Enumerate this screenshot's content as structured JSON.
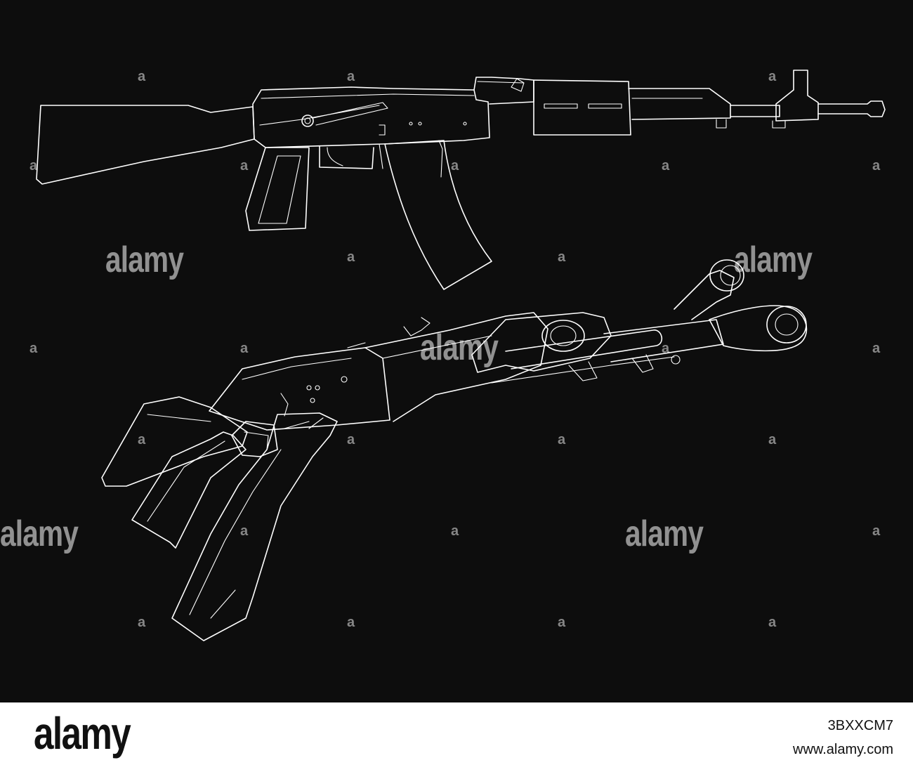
{
  "artwork": {
    "background": "#0d0d0d",
    "line_color": "#ffffff",
    "subject": "rifle-line-drawings"
  },
  "watermark": {
    "word": "alamy",
    "mark": "a"
  },
  "footer": {
    "background": "#ffffff",
    "text_color": "#111111",
    "logo": "alamy",
    "image_id": "3BXXCM7",
    "site": "www.alamy.com"
  }
}
